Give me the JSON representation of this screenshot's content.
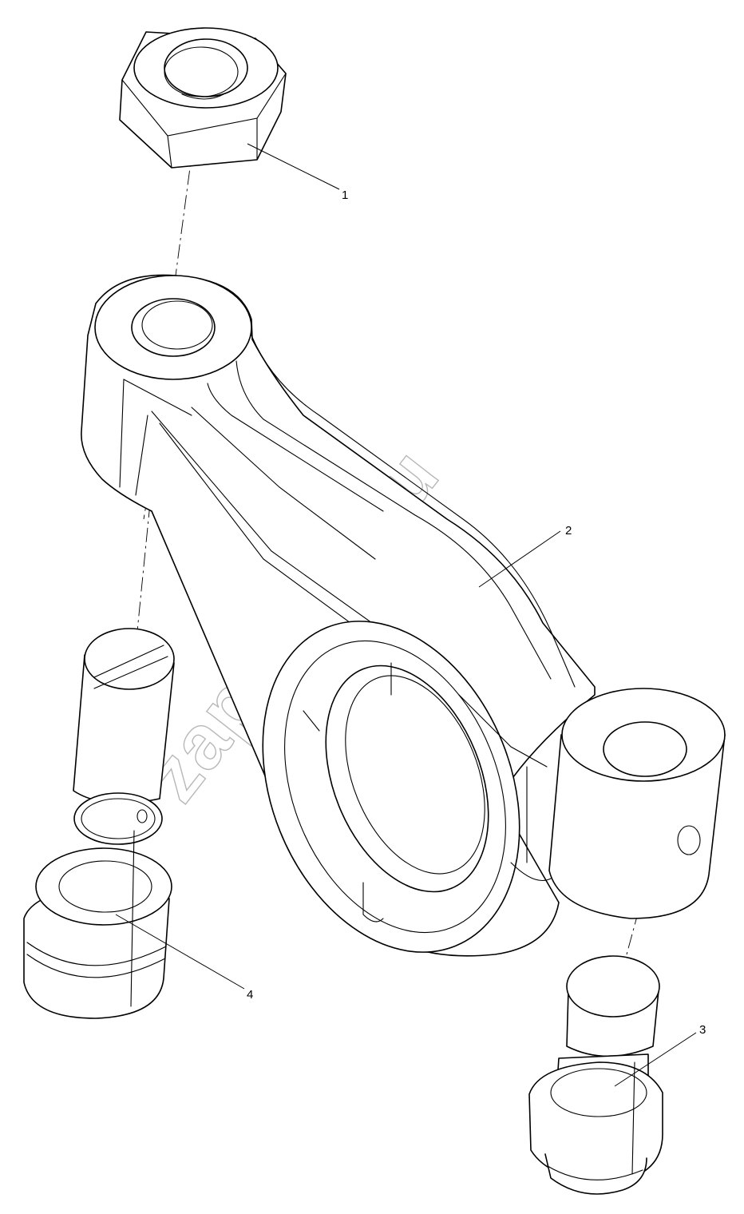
{
  "watermark": "zap-kam.ru",
  "callouts": [
    {
      "id": "1",
      "label": "1"
    },
    {
      "id": "2",
      "label": "2"
    },
    {
      "id": "3",
      "label": "3"
    },
    {
      "id": "4",
      "label": "4"
    }
  ],
  "colors": {
    "line": "#000000",
    "background": "#ffffff",
    "watermark": "#b8b8b8"
  }
}
